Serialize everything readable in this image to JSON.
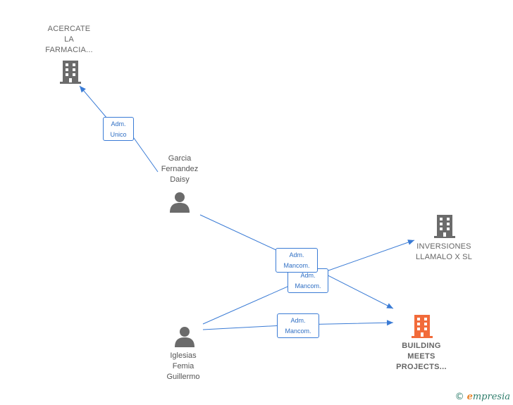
{
  "nodes": {
    "acercate": {
      "label": "ACERCATE\nLA\nFARMACIA...",
      "type": "company"
    },
    "garcia": {
      "label": "Garcia\nFernandez\nDaisy",
      "type": "person"
    },
    "inversiones": {
      "label": "INVERSIONES\nLLAMALO X  SL",
      "type": "company"
    },
    "building": {
      "label": "BUILDING\nMEETS\nPROJECTS...",
      "type": "company-focus"
    },
    "iglesias": {
      "label": "Iglesias\nFemia\nGuillermo",
      "type": "person"
    }
  },
  "edges": {
    "e1": {
      "line1": "Adm.",
      "line2": "Unico"
    },
    "e2": {
      "line1": "Adm.",
      "line2": "Mancom."
    },
    "e3": {
      "line1": "Adm.",
      "line2": "Mancom."
    },
    "e4": {
      "line1": "Adm.",
      "line2": "Mancom."
    }
  },
  "colors": {
    "edge": "#3a7bd5",
    "company_icon": "#6b6b6b",
    "focus_icon": "#f26b3a",
    "person_icon": "#6b6b6b"
  },
  "watermark": {
    "copyright": "©",
    "brand_initial": "e",
    "brand_rest": "mpresia"
  }
}
